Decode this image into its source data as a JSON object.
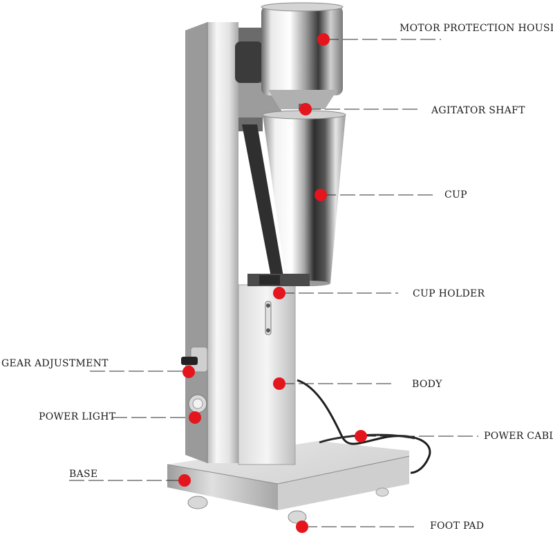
{
  "colors": {
    "marker": "#e4151d",
    "leader": "#2b2b2b",
    "steel_light": "#f4f4f4",
    "steel_mid": "#b9b9b9",
    "steel_dark": "#3c3c3c"
  },
  "labels": {
    "motor": "MOTOR PROTECTION HOUSING",
    "shaft": "AGITATOR SHAFT",
    "cup": "CUP",
    "holder": "CUP HOLDER",
    "gear": "GEAR ADJUSTMENT",
    "body": "BODY",
    "light": "POWER LIGHT",
    "cable": "POWER CABLE",
    "base": "BASE",
    "foot": "FOOT PAD"
  }
}
